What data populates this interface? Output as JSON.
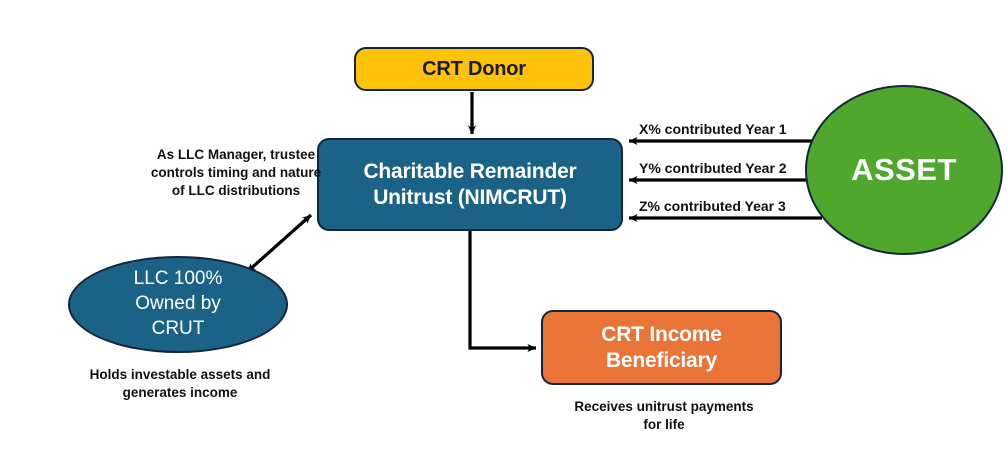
{
  "diagram": {
    "title": "Charitable Remainder Unitrust (NIMCRUT) structure",
    "palette": {
      "gold": "#FFC20A",
      "blue": "#1A6286",
      "green": "#4FA72E",
      "orange": "#E87437",
      "outline": "#16263a",
      "text_dark": "#111111",
      "text_light": "#FFFFFF"
    },
    "nodes": {
      "donor": {
        "label": "CRT Donor",
        "shape": "rounded-rect",
        "color": "#FFC20A"
      },
      "trust": {
        "label_line1": "Charitable Remainder",
        "label_line2": "Unitrust (NIMCRUT)",
        "shape": "rounded-rect",
        "color": "#1A6286"
      },
      "asset": {
        "label": "ASSET",
        "shape": "ellipse",
        "color": "#4FA72E"
      },
      "llc": {
        "label_line1": "LLC 100%",
        "label_line2": "Owned by",
        "label_line3": "CRUT",
        "shape": "ellipse",
        "color": "#1A6286"
      },
      "beneficiary": {
        "label_line1": "CRT Income",
        "label_line2": "Beneficiary",
        "shape": "rounded-rect",
        "color": "#E87437"
      }
    },
    "annotations": {
      "manager_note": "As LLC Manager, trustee controls timing and nature of LLC distributions",
      "llc_caption": "Holds investable assets and generates income",
      "beneficiary_caption": "Receives unitrust payments for life"
    },
    "flows": [
      {
        "label": "X% contributed Year 1",
        "from": "asset",
        "to": "trust",
        "direction": "left"
      },
      {
        "label": "Y% contributed Year 2",
        "from": "asset",
        "to": "trust",
        "direction": "left"
      },
      {
        "label": "Z% contributed Year 3",
        "from": "asset",
        "to": "trust",
        "direction": "left"
      }
    ],
    "connectors": [
      {
        "name": "donor-to-trust",
        "from": "donor",
        "to": "trust",
        "style": "straight",
        "arrows": "single"
      },
      {
        "name": "trust-to-llc",
        "from": "trust",
        "to": "llc",
        "style": "diagonal",
        "arrows": "double"
      },
      {
        "name": "trust-to-beneficiary",
        "from": "trust",
        "to": "beneficiary",
        "style": "elbow",
        "arrows": "single"
      }
    ]
  }
}
